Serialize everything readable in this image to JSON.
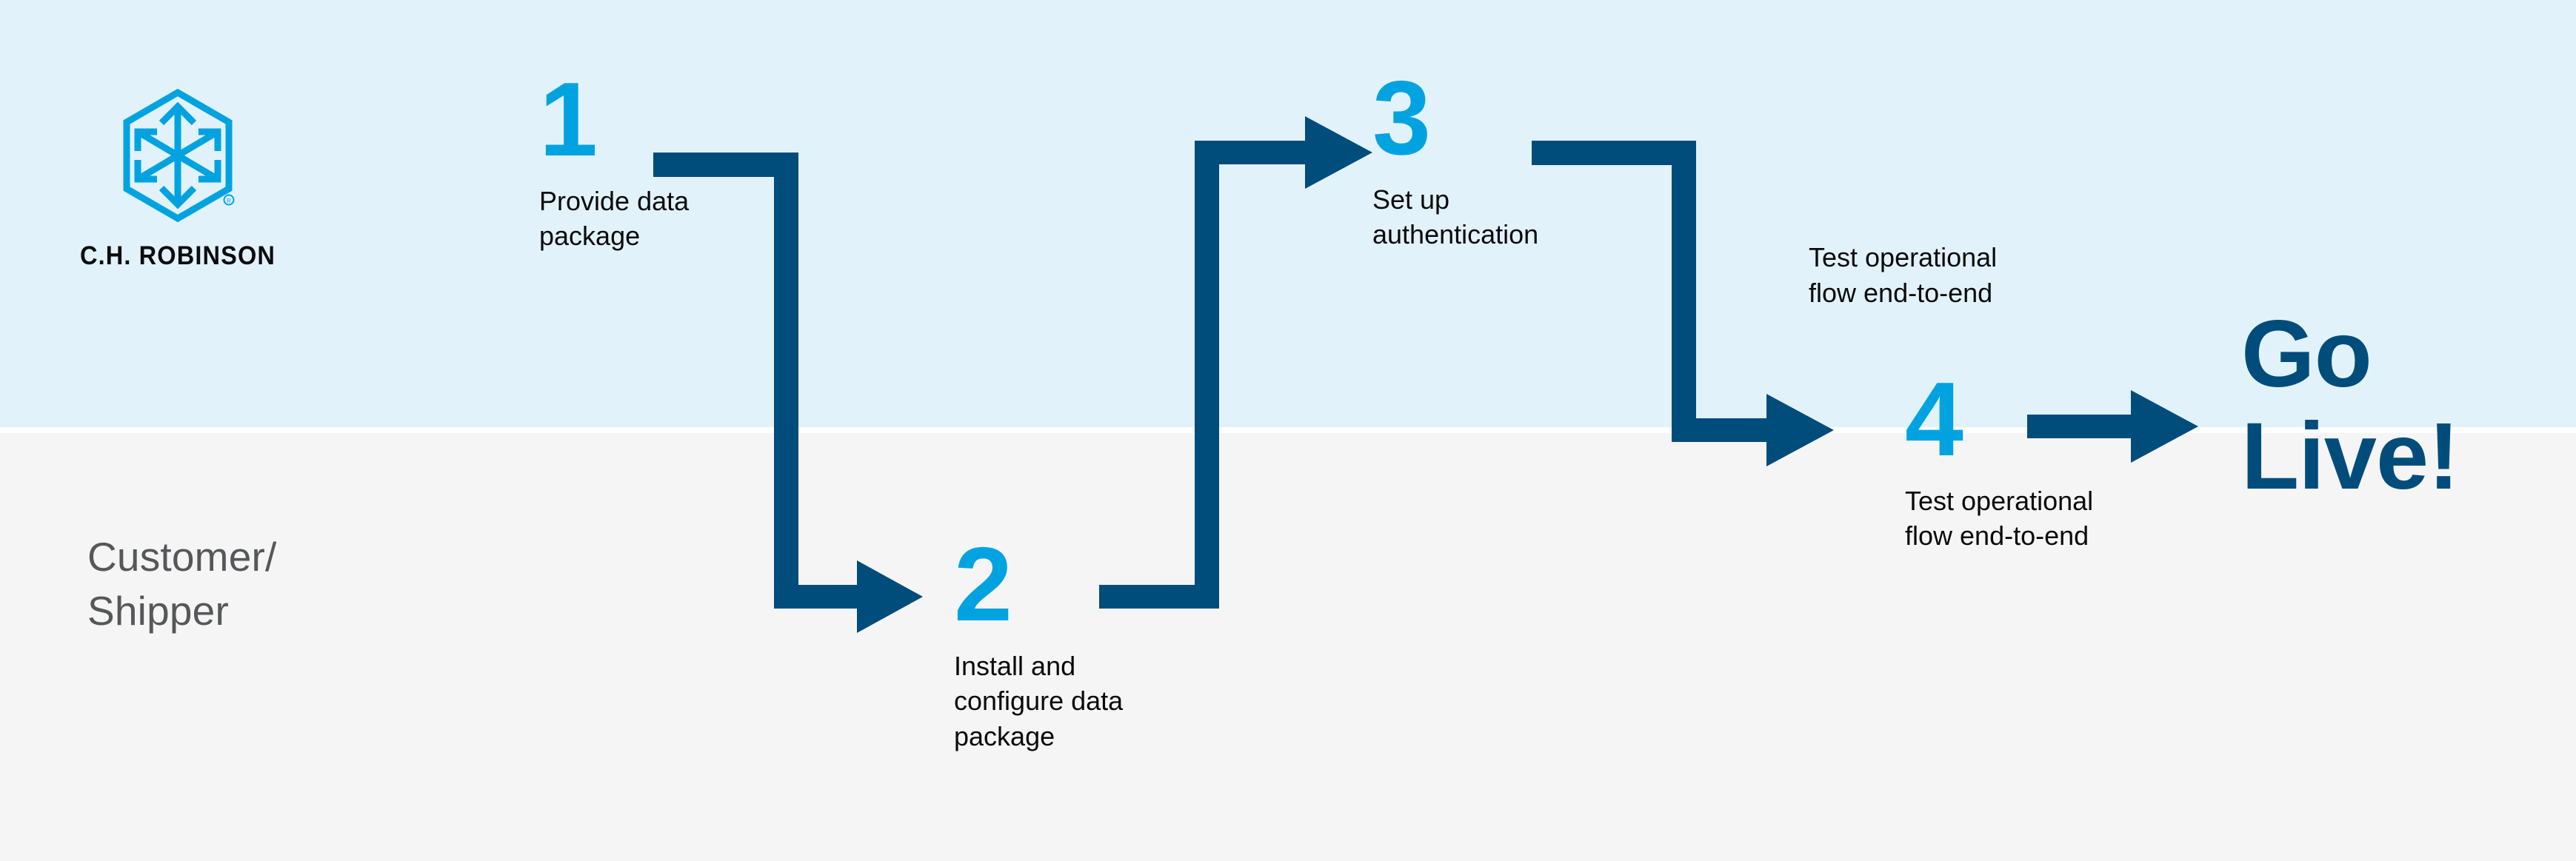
{
  "brand": {
    "name": "C.H. ROBINSON",
    "logo_icon": "hexagon-cube-arrows-icon",
    "registered_mark": "®",
    "logo_color": "#00a3e0",
    "wordmark_color": "#0c0c0c"
  },
  "colors": {
    "lane_top_background": "#e2f2fb",
    "lane_bottom_background": "#f5f5f5",
    "connector_navy": "#004d7c",
    "step_number_blue": "#00a3e0",
    "go_live_navy": "#004d7c",
    "lane_label_gray": "#555759",
    "step_label_black": "#0a0a0a"
  },
  "lanes": [
    {
      "id": "ch-robinson",
      "label": ""
    },
    {
      "id": "customer-shipper",
      "label": "Customer/\nShipper"
    }
  ],
  "steps": [
    {
      "number": "1",
      "label": "Provide data\npackage",
      "lane": "ch-robinson"
    },
    {
      "number": "2",
      "label": "Install and\nconfigure data\npackage",
      "lane": "customer-shipper"
    },
    {
      "number": "3",
      "label": "Set up\nauthentication",
      "lane": "ch-robinson"
    },
    {
      "number": "",
      "label": "Test operational\nflow end-to-end",
      "lane": "ch-robinson"
    },
    {
      "number": "4",
      "label": "Test operational\nflow end-to-end",
      "lane": "customer-shipper"
    }
  ],
  "outcome": {
    "label": "Go\nLive!"
  },
  "connectors": [
    {
      "id": "step1-to-step2",
      "from": "1",
      "to": "2",
      "shape": "right-down-right-arrow"
    },
    {
      "id": "step2-to-step3",
      "from": "2",
      "to": "3",
      "shape": "right-up-right-arrow"
    },
    {
      "id": "step3-to-step4",
      "from": "3",
      "to": "4",
      "shape": "right-down-right-arrow"
    },
    {
      "id": "step4-to-go-live",
      "from": "4",
      "to": "Go Live!",
      "shape": "right-arrow"
    }
  ]
}
